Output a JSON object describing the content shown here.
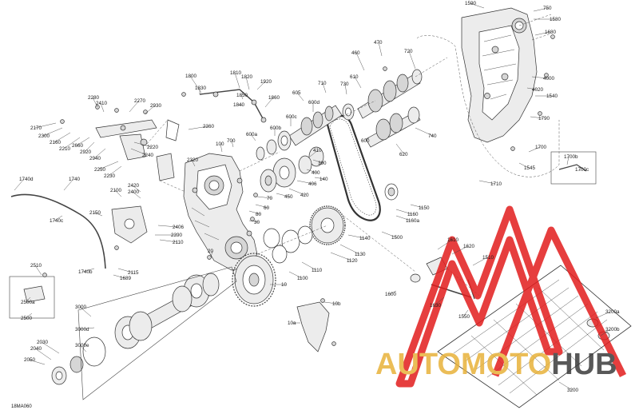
{
  "diagram": {
    "code": "18MA060",
    "colors": {
      "line": "#333333",
      "fill": "#ececec",
      "watermark_red": "#e21d1d",
      "watermark_gold": "#e8b23a",
      "watermark_dark": "#3b3b3b"
    }
  },
  "watermark": {
    "part1": "AUTO",
    "part2": "MOTO",
    "part3": "HUB"
  },
  "callouts": [
    {
      "label": "1590"
    },
    {
      "label": "750"
    },
    {
      "label": "1580"
    },
    {
      "label": "1680"
    },
    {
      "label": "470"
    },
    {
      "label": "460"
    },
    {
      "label": "720"
    },
    {
      "label": "4000"
    },
    {
      "label": "4020"
    },
    {
      "label": "1540"
    },
    {
      "label": "1790"
    },
    {
      "label": "1800"
    },
    {
      "label": "1810"
    },
    {
      "label": "1820"
    },
    {
      "label": "1830"
    },
    {
      "label": "1840"
    },
    {
      "label": "1850"
    },
    {
      "label": "1860"
    },
    {
      "label": "1920"
    },
    {
      "label": "605"
    },
    {
      "label": "600d"
    },
    {
      "label": "710"
    },
    {
      "label": "730"
    },
    {
      "label": "610"
    },
    {
      "label": "2280"
    },
    {
      "label": "2410"
    },
    {
      "label": "2270"
    },
    {
      "label": "2930"
    },
    {
      "label": "2170"
    },
    {
      "label": "2300"
    },
    {
      "label": "2160"
    },
    {
      "label": "2210"
    },
    {
      "label": "2660"
    },
    {
      "label": "2920"
    },
    {
      "label": "2940"
    },
    {
      "label": "2220"
    },
    {
      "label": "2240"
    },
    {
      "label": "2360"
    },
    {
      "label": "2250"
    },
    {
      "label": "2230"
    },
    {
      "label": "600c"
    },
    {
      "label": "600b"
    },
    {
      "label": "600a"
    },
    {
      "label": "700"
    },
    {
      "label": "100"
    },
    {
      "label": "2320"
    },
    {
      "label": "600"
    },
    {
      "label": "740"
    },
    {
      "label": "620"
    },
    {
      "label": "1700"
    },
    {
      "label": "1700b"
    },
    {
      "label": "1545"
    },
    {
      "label": "1700c"
    },
    {
      "label": "1710"
    },
    {
      "label": "390"
    },
    {
      "label": "400"
    },
    {
      "label": "140"
    },
    {
      "label": "410"
    },
    {
      "label": "406"
    },
    {
      "label": "420"
    },
    {
      "label": "1740d"
    },
    {
      "label": "1740"
    },
    {
      "label": "2100"
    },
    {
      "label": "2420"
    },
    {
      "label": "2400"
    },
    {
      "label": "70"
    },
    {
      "label": "450"
    },
    {
      "label": "60"
    },
    {
      "label": "80"
    },
    {
      "label": "30"
    },
    {
      "label": "1740c"
    },
    {
      "label": "2150"
    },
    {
      "label": "2406"
    },
    {
      "label": "2390"
    },
    {
      "label": "2110"
    },
    {
      "label": "1100"
    },
    {
      "label": "1160"
    },
    {
      "label": "1160a"
    },
    {
      "label": "1150"
    },
    {
      "label": "1140"
    },
    {
      "label": "1500"
    },
    {
      "label": "1120"
    },
    {
      "label": "1130"
    },
    {
      "label": "1110"
    },
    {
      "label": "1610"
    },
    {
      "label": "1620"
    },
    {
      "label": "1510"
    },
    {
      "label": "20"
    },
    {
      "label": "2115"
    },
    {
      "label": "1740b"
    },
    {
      "label": "1689"
    },
    {
      "label": "2510"
    },
    {
      "label": "10"
    },
    {
      "label": "1600"
    },
    {
      "label": "1630"
    },
    {
      "label": "1550"
    },
    {
      "label": "10b"
    },
    {
      "label": "2500a"
    },
    {
      "label": "2500"
    },
    {
      "label": "3000"
    },
    {
      "label": "3000d"
    },
    {
      "label": "3000e"
    },
    {
      "label": "2050"
    },
    {
      "label": "2040"
    },
    {
      "label": "2030"
    },
    {
      "label": "10a"
    },
    {
      "label": "3200a"
    },
    {
      "label": "3200b"
    },
    {
      "label": "3200"
    }
  ]
}
